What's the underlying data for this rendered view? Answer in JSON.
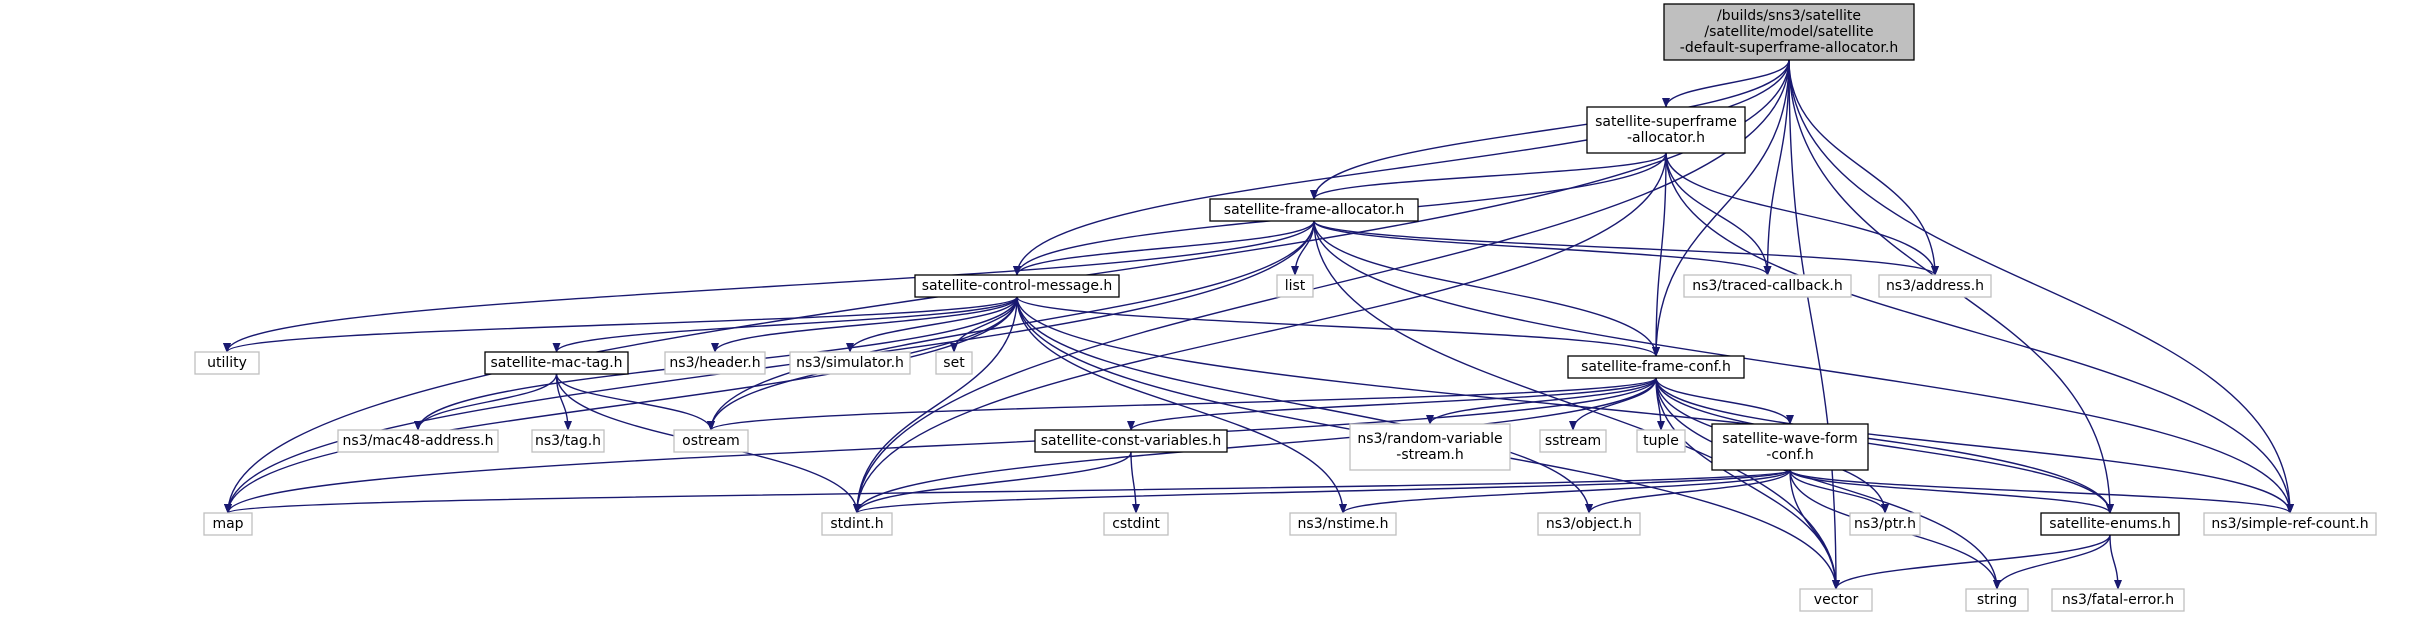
{
  "colors": {
    "edge": "#191970",
    "root_fill": "#bfbfbf",
    "project_border": "#000000",
    "external_border": "#bfbfbf",
    "external_text": "#808080",
    "text": "#000000"
  },
  "nodes": [
    {
      "id": "root",
      "kind": "root",
      "lines": [
        "/builds/sns3/satellite",
        "/satellite/model/satellite",
        "-default-superframe-allocator.h"
      ]
    },
    {
      "id": "superframe",
      "kind": "project",
      "lines": [
        "satellite-superframe",
        "-allocator.h"
      ]
    },
    {
      "id": "frame_alloc",
      "kind": "project",
      "lines": [
        "satellite-frame-allocator.h"
      ]
    },
    {
      "id": "control_msg",
      "kind": "project",
      "lines": [
        "satellite-control-message.h"
      ]
    },
    {
      "id": "frame_conf",
      "kind": "project",
      "lines": [
        "satellite-frame-conf.h"
      ]
    },
    {
      "id": "mac_tag",
      "kind": "project",
      "lines": [
        "satellite-mac-tag.h"
      ]
    },
    {
      "id": "const_vars",
      "kind": "project",
      "lines": [
        "satellite-const-variables.h"
      ]
    },
    {
      "id": "wave_form",
      "kind": "project",
      "lines": [
        "satellite-wave-form",
        "-conf.h"
      ]
    },
    {
      "id": "enums",
      "kind": "project",
      "lines": [
        "satellite-enums.h"
      ]
    },
    {
      "id": "list",
      "kind": "external",
      "lines": [
        "list"
      ]
    },
    {
      "id": "traced_cb",
      "kind": "external",
      "lines": [
        "ns3/traced-callback.h"
      ]
    },
    {
      "id": "address",
      "kind": "external",
      "lines": [
        "ns3/address.h"
      ]
    },
    {
      "id": "utility",
      "kind": "external",
      "lines": [
        "utility"
      ]
    },
    {
      "id": "header",
      "kind": "external",
      "lines": [
        "ns3/header.h"
      ]
    },
    {
      "id": "simulator",
      "kind": "external",
      "lines": [
        "ns3/simulator.h"
      ]
    },
    {
      "id": "set",
      "kind": "external",
      "lines": [
        "set"
      ]
    },
    {
      "id": "mac48",
      "kind": "external",
      "lines": [
        "ns3/mac48-address.h"
      ]
    },
    {
      "id": "tag",
      "kind": "external",
      "lines": [
        "ns3/tag.h"
      ]
    },
    {
      "id": "ostream",
      "kind": "external",
      "lines": [
        "ostream"
      ]
    },
    {
      "id": "random_var",
      "kind": "external",
      "lines": [
        "ns3/random-variable",
        "-stream.h"
      ]
    },
    {
      "id": "sstream",
      "kind": "external",
      "lines": [
        "sstream"
      ]
    },
    {
      "id": "tuple",
      "kind": "external",
      "lines": [
        "tuple"
      ]
    },
    {
      "id": "map",
      "kind": "external",
      "lines": [
        "map"
      ]
    },
    {
      "id": "stdint",
      "kind": "external",
      "lines": [
        "stdint.h"
      ]
    },
    {
      "id": "cstdint",
      "kind": "external",
      "lines": [
        "cstdint"
      ]
    },
    {
      "id": "nstime",
      "kind": "external",
      "lines": [
        "ns3/nstime.h"
      ]
    },
    {
      "id": "object",
      "kind": "external",
      "lines": [
        "ns3/object.h"
      ]
    },
    {
      "id": "ptr",
      "kind": "external",
      "lines": [
        "ns3/ptr.h"
      ]
    },
    {
      "id": "simple_ref",
      "kind": "external",
      "lines": [
        "ns3/simple-ref-count.h"
      ]
    },
    {
      "id": "vector",
      "kind": "external",
      "lines": [
        "vector"
      ]
    },
    {
      "id": "string",
      "kind": "external",
      "lines": [
        "string"
      ]
    },
    {
      "id": "fatal_error",
      "kind": "external",
      "lines": [
        "ns3/fatal-error.h"
      ]
    }
  ],
  "edges": [
    [
      "root",
      "superframe"
    ],
    [
      "root",
      "frame_alloc"
    ],
    [
      "root",
      "control_msg"
    ],
    [
      "root",
      "traced_cb"
    ],
    [
      "root",
      "address"
    ],
    [
      "root",
      "frame_conf"
    ],
    [
      "root",
      "enums"
    ],
    [
      "root",
      "simple_ref"
    ],
    [
      "root",
      "map"
    ],
    [
      "root",
      "stdint"
    ],
    [
      "root",
      "vector"
    ],
    [
      "superframe",
      "frame_alloc"
    ],
    [
      "superframe",
      "control_msg"
    ],
    [
      "superframe",
      "frame_conf"
    ],
    [
      "superframe",
      "traced_cb"
    ],
    [
      "superframe",
      "address"
    ],
    [
      "superframe",
      "simple_ref"
    ],
    [
      "superframe",
      "stdint"
    ],
    [
      "frame_alloc",
      "control_msg"
    ],
    [
      "frame_alloc",
      "list"
    ],
    [
      "frame_alloc",
      "traced_cb"
    ],
    [
      "frame_alloc",
      "address"
    ],
    [
      "frame_alloc",
      "frame_conf"
    ],
    [
      "frame_alloc",
      "utility"
    ],
    [
      "frame_alloc",
      "map"
    ],
    [
      "frame_alloc",
      "vector"
    ],
    [
      "frame_alloc",
      "ostream"
    ],
    [
      "frame_alloc",
      "simple_ref"
    ],
    [
      "control_msg",
      "utility"
    ],
    [
      "control_msg",
      "mac_tag"
    ],
    [
      "control_msg",
      "header"
    ],
    [
      "control_msg",
      "simulator"
    ],
    [
      "control_msg",
      "set"
    ],
    [
      "control_msg",
      "frame_conf"
    ],
    [
      "control_msg",
      "enums"
    ],
    [
      "control_msg",
      "mac48"
    ],
    [
      "control_msg",
      "map"
    ],
    [
      "control_msg",
      "vector"
    ],
    [
      "control_msg",
      "ostream"
    ],
    [
      "control_msg",
      "stdint"
    ],
    [
      "control_msg",
      "nstime"
    ],
    [
      "control_msg",
      "object"
    ],
    [
      "mac_tag",
      "mac48"
    ],
    [
      "mac_tag",
      "tag"
    ],
    [
      "mac_tag",
      "ostream"
    ],
    [
      "mac_tag",
      "stdint"
    ],
    [
      "frame_conf",
      "ostream"
    ],
    [
      "frame_conf",
      "const_vars"
    ],
    [
      "frame_conf",
      "random_var"
    ],
    [
      "frame_conf",
      "sstream"
    ],
    [
      "frame_conf",
      "tuple"
    ],
    [
      "frame_conf",
      "wave_form"
    ],
    [
      "frame_conf",
      "ptr"
    ],
    [
      "frame_conf",
      "enums"
    ],
    [
      "frame_conf",
      "simple_ref"
    ],
    [
      "frame_conf",
      "vector"
    ],
    [
      "frame_conf",
      "string"
    ],
    [
      "frame_conf",
      "map"
    ],
    [
      "frame_conf",
      "stdint"
    ],
    [
      "const_vars",
      "cstdint"
    ],
    [
      "const_vars",
      "stdint"
    ],
    [
      "wave_form",
      "map"
    ],
    [
      "wave_form",
      "stdint"
    ],
    [
      "wave_form",
      "nstime"
    ],
    [
      "wave_form",
      "object"
    ],
    [
      "wave_form",
      "ptr"
    ],
    [
      "wave_form",
      "enums"
    ],
    [
      "wave_form",
      "simple_ref"
    ],
    [
      "wave_form",
      "vector"
    ],
    [
      "wave_form",
      "string"
    ],
    [
      "enums",
      "vector"
    ],
    [
      "enums",
      "string"
    ],
    [
      "enums",
      "fatal_error"
    ]
  ]
}
